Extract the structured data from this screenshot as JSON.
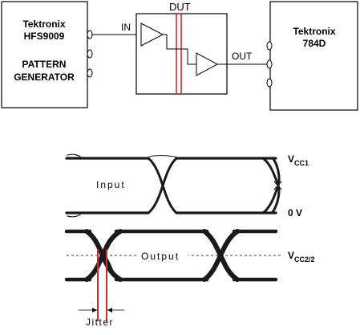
{
  "title": "Test setup and eye diagram",
  "pattern_generator": {
    "line1": "Tektronix",
    "line2": "HFS9009",
    "line3": "PATTERN",
    "line4": "GENERATOR"
  },
  "scope": {
    "line1": "Tektronix",
    "line2": "784D"
  },
  "dut_label": "DUT",
  "in_label": "IN",
  "out_label": "OUT",
  "eye": {
    "input_label": "Input",
    "output_label": "Output",
    "vcc1": {
      "main": "V",
      "sub": "CC1"
    },
    "zero_v": "0 V",
    "vcc2": {
      "main": "V",
      "sub": "CC2/2"
    },
    "jitter_label": "Jitter"
  },
  "colors": {
    "line": "#000000",
    "eye_trace": "#1a1a1a",
    "jitter_marker": "#d22b2b"
  }
}
